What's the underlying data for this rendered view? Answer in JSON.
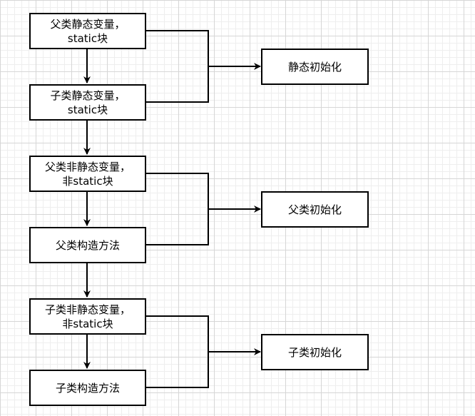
{
  "diagram": {
    "nodes": {
      "parent_static": {
        "line1": "父类静态变量，",
        "line2": "static块"
      },
      "child_static": {
        "line1": "子类静态变量，",
        "line2": "static块"
      },
      "parent_nonstatic": {
        "line1": "父类非静态变量，",
        "line2": "非static块"
      },
      "parent_constructor": {
        "line1": "父类构造方法"
      },
      "child_nonstatic": {
        "line1": "子类非静态变量，",
        "line2": "非static块"
      },
      "child_constructor": {
        "line1": "子类构造方法"
      },
      "static_init": {
        "line1": "静态初始化"
      },
      "parent_init": {
        "line1": "父类初始化"
      },
      "child_init": {
        "line1": "子类初始化"
      }
    },
    "edges": [
      {
        "from": "parent_static",
        "to": "child_static"
      },
      {
        "from": "child_static",
        "to": "parent_nonstatic"
      },
      {
        "from": "parent_nonstatic",
        "to": "parent_constructor"
      },
      {
        "from": "parent_constructor",
        "to": "child_nonstatic"
      },
      {
        "from": "child_nonstatic",
        "to": "child_constructor"
      },
      {
        "from": [
          "parent_static",
          "child_static"
        ],
        "to": "static_init"
      },
      {
        "from": [
          "parent_nonstatic",
          "parent_constructor"
        ],
        "to": "parent_init"
      },
      {
        "from": [
          "child_nonstatic",
          "child_constructor"
        ],
        "to": "child_init"
      }
    ],
    "colors": {
      "stroke": "#000000",
      "box_fill": "#ffffff",
      "grid": "#d6d6d6"
    }
  }
}
